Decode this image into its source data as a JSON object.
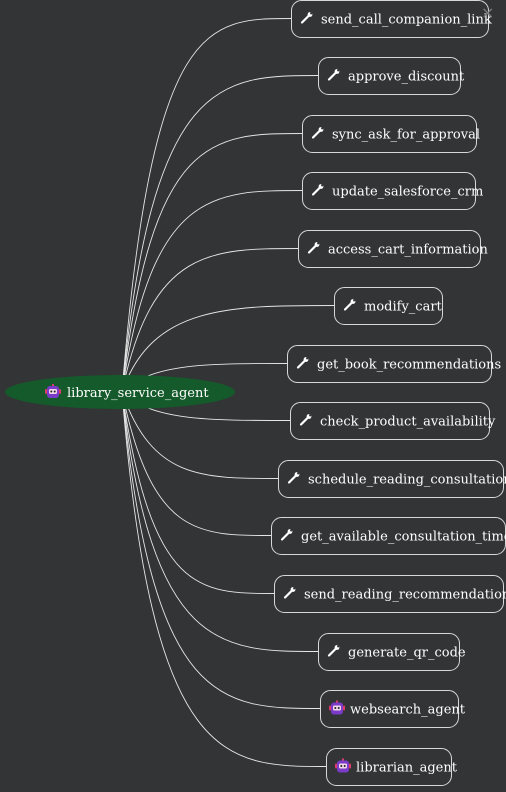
{
  "root": {
    "label": "library_service_agent",
    "icon": "robot-icon"
  },
  "tools": [
    {
      "label": "send_call_companion_link",
      "icon": "wrench-icon"
    },
    {
      "label": "approve_discount",
      "icon": "wrench-icon"
    },
    {
      "label": "sync_ask_for_approval",
      "icon": "wrench-icon"
    },
    {
      "label": "update_salesforce_crm",
      "icon": "wrench-icon"
    },
    {
      "label": "access_cart_information",
      "icon": "wrench-icon"
    },
    {
      "label": "modify_cart",
      "icon": "wrench-icon"
    },
    {
      "label": "get_book_recommendations",
      "icon": "wrench-icon"
    },
    {
      "label": "check_product_availability",
      "icon": "wrench-icon"
    },
    {
      "label": "schedule_reading_consultation",
      "icon": "wrench-icon"
    },
    {
      "label": "get_available_consultation_times",
      "icon": "wrench-icon"
    },
    {
      "label": "send_reading_recommendations",
      "icon": "wrench-icon"
    },
    {
      "label": "generate_qr_code",
      "icon": "wrench-icon"
    },
    {
      "label": "websearch_agent",
      "icon": "robot-icon"
    },
    {
      "label": "librarian_agent",
      "icon": "robot-icon"
    }
  ],
  "close_button": {
    "label": "×"
  },
  "colors": {
    "background": "#333436",
    "root_fill": "#145a2a",
    "edge": "#e6e6e6",
    "border": "#d8d8d8",
    "text": "#ffffff"
  }
}
